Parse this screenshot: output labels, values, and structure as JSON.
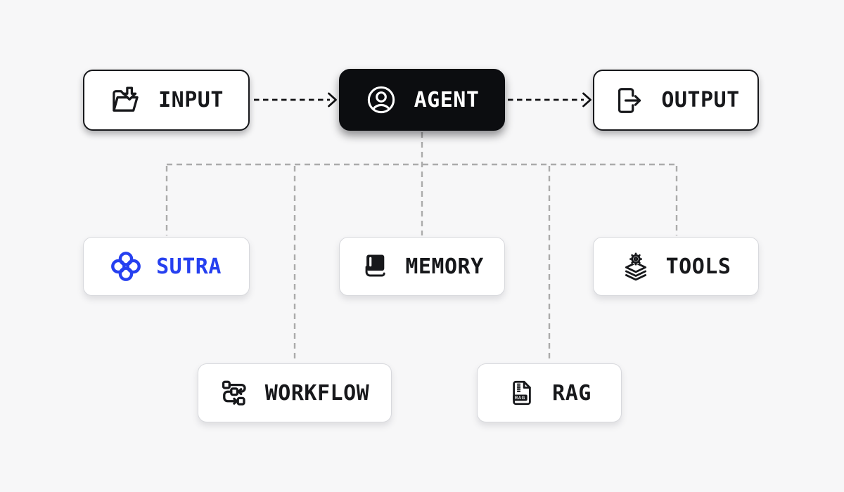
{
  "diagram": {
    "colors": {
      "background": "#f7f7f8",
      "node_background": "#ffffff",
      "dark": "#0c0d10",
      "text": "#17181b",
      "accent_blue": "#2640f0",
      "light_border": "#d8d9dd",
      "connector_gray": "#ababab"
    },
    "nodes": [
      {
        "id": "input",
        "label": "INPUT",
        "icon": "folder-download-icon",
        "style": "outlined"
      },
      {
        "id": "agent",
        "label": "AGENT",
        "icon": "user-circle-icon",
        "style": "dark"
      },
      {
        "id": "output",
        "label": "OUTPUT",
        "icon": "arrow-out-icon",
        "style": "outlined"
      },
      {
        "id": "sutra",
        "label": "SUTRA",
        "icon": "sutra-knot-icon",
        "style": "light-accent"
      },
      {
        "id": "memory",
        "label": "MEMORY",
        "icon": "book-icon",
        "style": "light"
      },
      {
        "id": "tools",
        "label": "TOOLS",
        "icon": "gear-layers-icon",
        "style": "light"
      },
      {
        "id": "workflow",
        "label": "WORKFLOW",
        "icon": "flow-steps-icon",
        "style": "light"
      },
      {
        "id": "rag",
        "label": "RAG",
        "icon": "archive-file-icon",
        "style": "light",
        "file_badge": "RAG"
      }
    ],
    "edges": [
      {
        "from": "input",
        "to": "agent",
        "kind": "dashed-arrow"
      },
      {
        "from": "agent",
        "to": "output",
        "kind": "dashed-arrow"
      },
      {
        "from": "agent",
        "to": "sutra",
        "kind": "dashed-line"
      },
      {
        "from": "agent",
        "to": "memory",
        "kind": "dashed-line"
      },
      {
        "from": "agent",
        "to": "tools",
        "kind": "dashed-line"
      },
      {
        "from": "agent",
        "to": "workflow",
        "kind": "dashed-line"
      },
      {
        "from": "agent",
        "to": "rag",
        "kind": "dashed-line"
      }
    ]
  }
}
